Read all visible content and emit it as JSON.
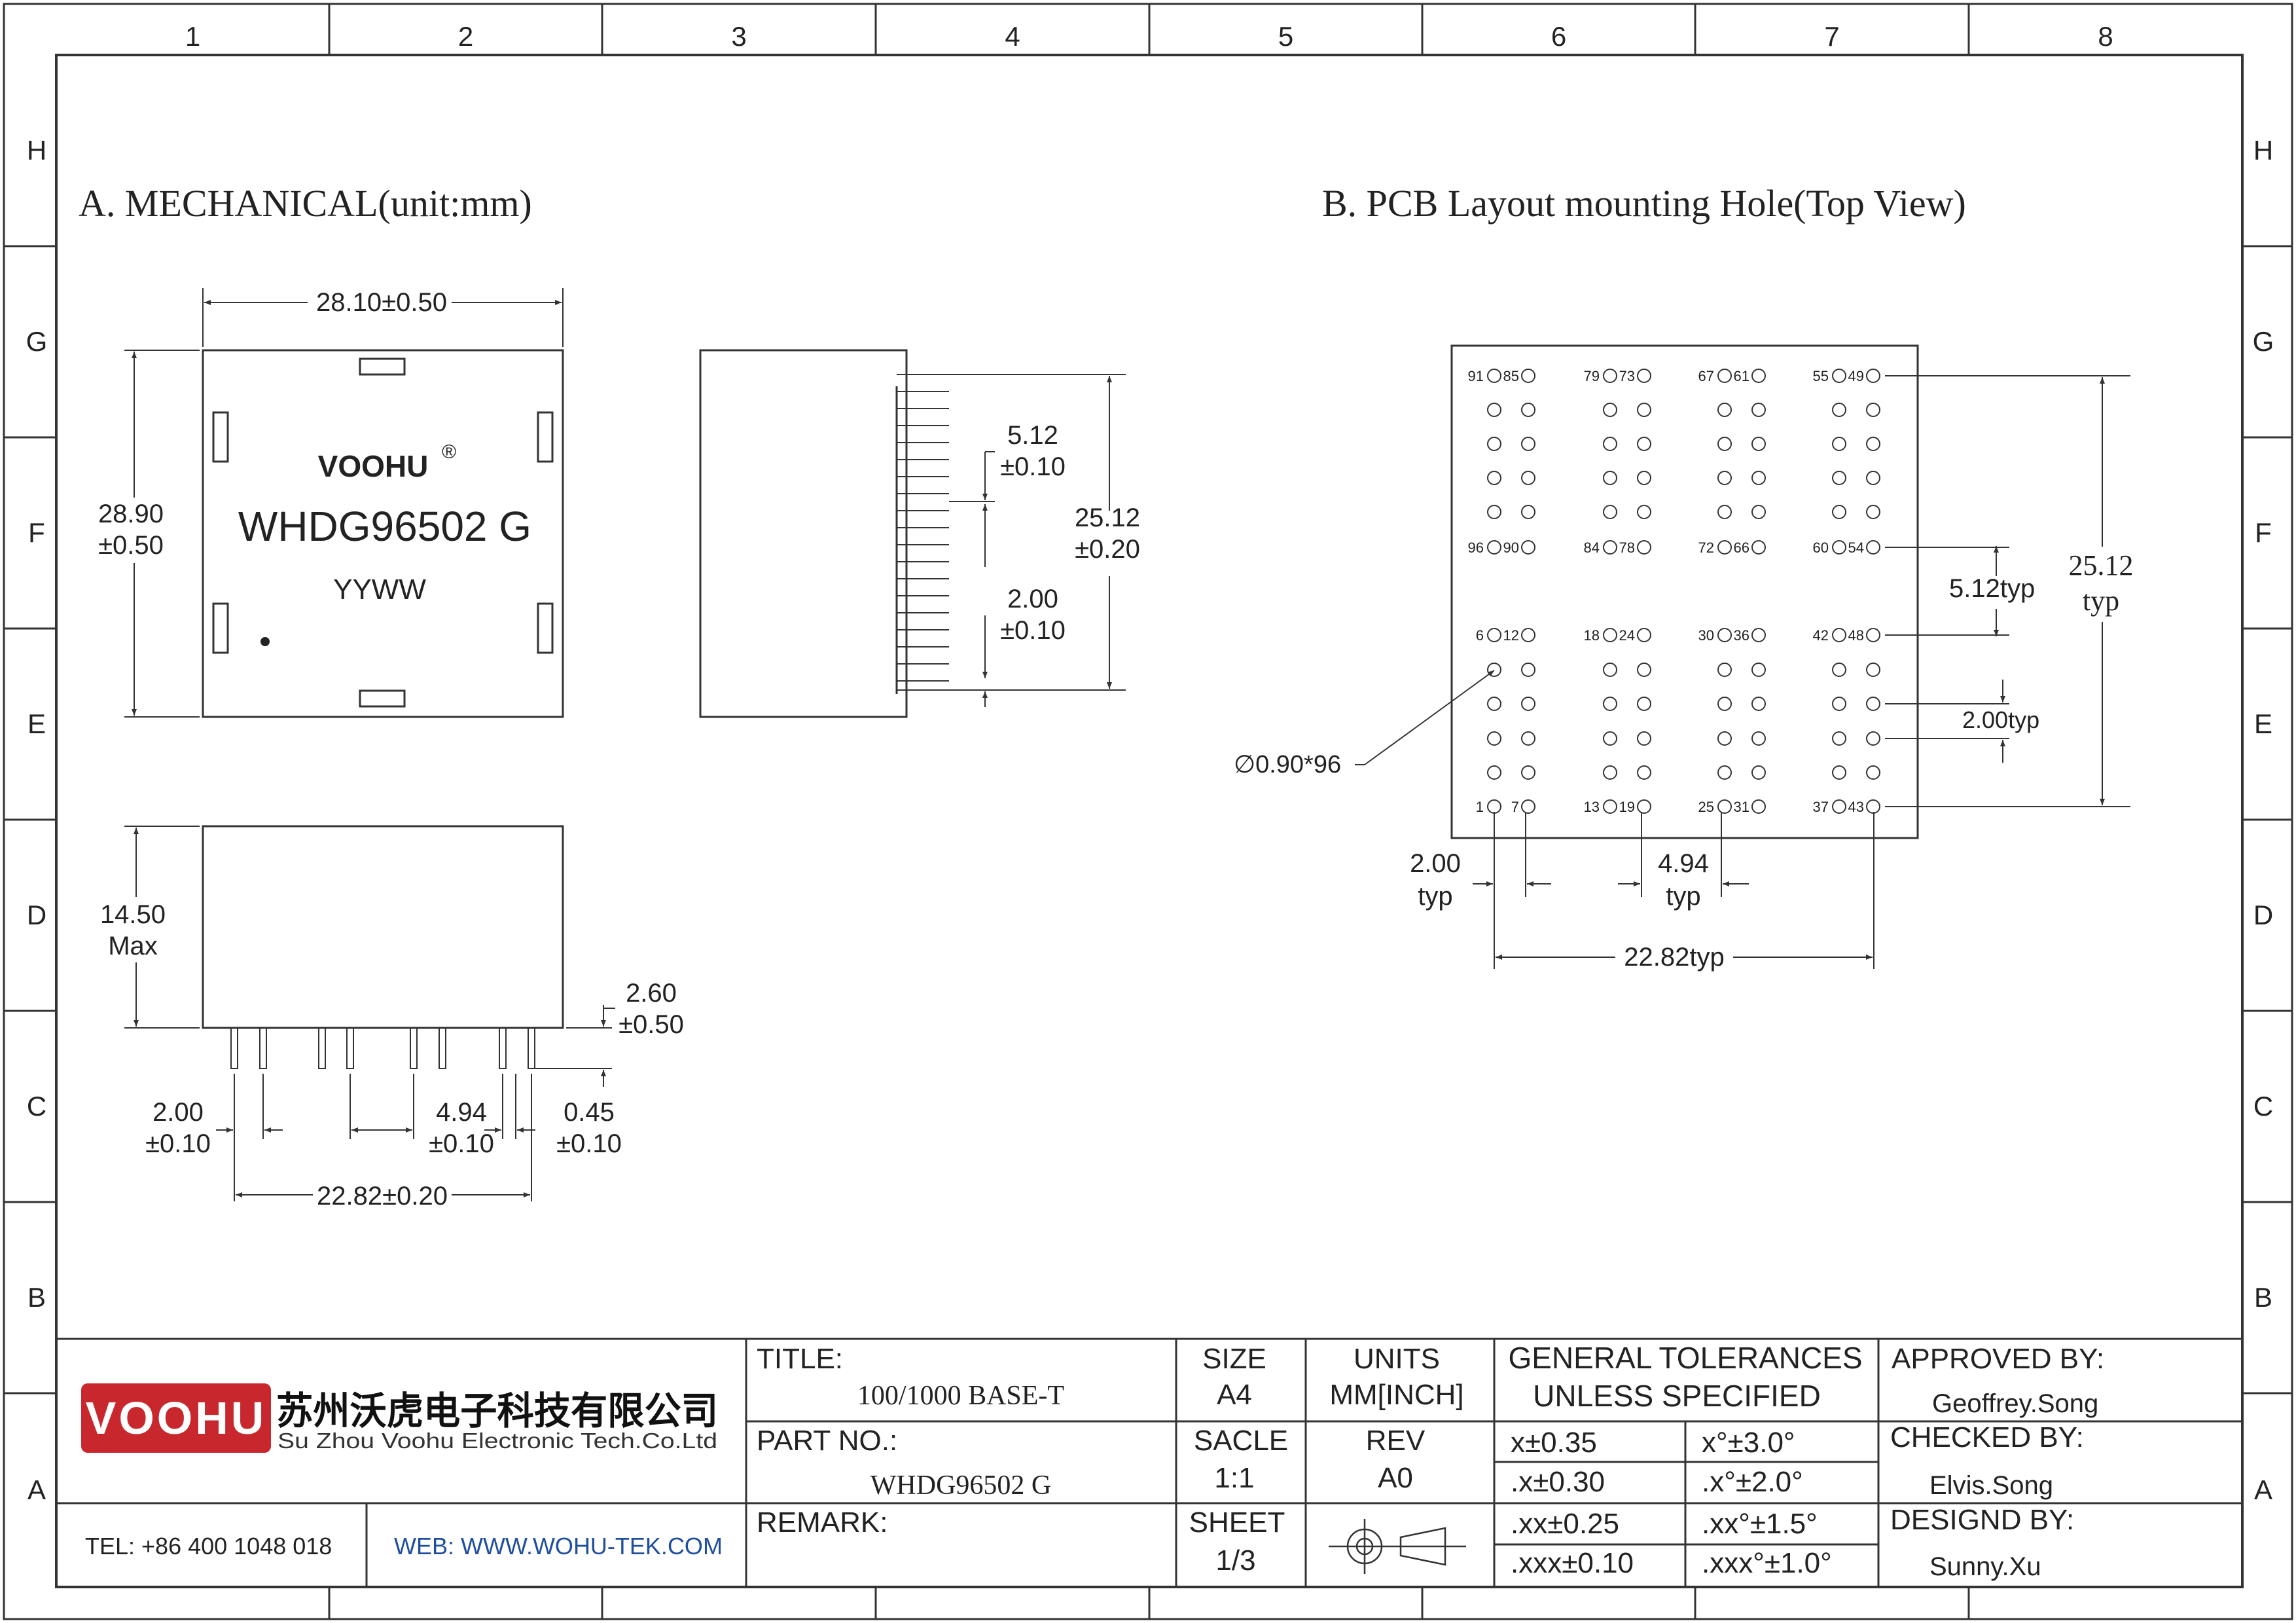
{
  "frame": {
    "columns": [
      "1",
      "2",
      "3",
      "4",
      "5",
      "6",
      "7",
      "8"
    ],
    "rows": [
      "H",
      "G",
      "F",
      "E",
      "D",
      "C",
      "B",
      "A"
    ]
  },
  "section_a": {
    "title": "A. MECHANICAL(unit:mm)",
    "brand": "VOOHU",
    "registered": "®",
    "part_mark": "WHDG96502 G",
    "date_code": "YYWW",
    "dim_width": "28.10±0.50",
    "dim_height_1": "28.90",
    "dim_height_2": "±0.50",
    "side_pitch_1": "5.12",
    "side_pitch_2": "±0.10",
    "side_total_1": "25.12",
    "side_total_2": "±0.20",
    "side_pin_1": "2.00",
    "side_pin_2": "±0.10",
    "front_h_1": "14.50",
    "front_h_2": "Max",
    "pin_len_1": "2.60",
    "pin_len_2": "±0.50",
    "pin_pitch_1": "2.00",
    "pin_pitch_2": "±0.10",
    "group_pitch_1": "4.94",
    "group_pitch_2": "±0.10",
    "pin_dia_1": "0.45",
    "pin_dia_2": "±0.10",
    "front_total": "22.82±0.20"
  },
  "section_b": {
    "title": "B. PCB Layout mounting Hole(Top View)",
    "hole_note": "∅0.90*96",
    "dim_5_12": "5.12typ",
    "dim_25_12_1": "25.12",
    "dim_25_12_2": "typ",
    "dim_2_00": "2.00typ",
    "bot_2_00_1": "2.00",
    "bot_2_00_2": "typ",
    "bot_4_94_1": "4.94",
    "bot_4_94_2": "typ",
    "bot_total": "22.82typ",
    "pin_labels": {
      "top": [
        "91",
        "85",
        "79",
        "73",
        "67",
        "61",
        "55",
        "49"
      ],
      "mid_upper": [
        "96",
        "90",
        "84",
        "78",
        "72",
        "66",
        "60",
        "54"
      ],
      "mid_lower": [
        "6",
        "12",
        "18",
        "24",
        "30",
        "36",
        "42",
        "48"
      ],
      "bottom": [
        "1",
        "7",
        "13",
        "19",
        "25",
        "31",
        "37",
        "43"
      ]
    }
  },
  "title_block": {
    "logo_text": "VOOHU",
    "company_cn": "苏州沃虎电子科技有限公司",
    "company_en": "Su Zhou Voohu Electronic Tech.Co.Ltd",
    "tel": "TEL: +86 400 1048 018",
    "web": "WEB: WWW.WOHU-TEK.COM",
    "title_label": "TITLE:",
    "title_value": "100/1000 BASE-T",
    "partno_label": "PART NO.:",
    "partno_value": "WHDG96502 G",
    "remark_label": "REMARK:",
    "size_label": "SIZE",
    "size_value": "A4",
    "scale_label": "SACLE",
    "scale_value": "1:1",
    "sheet_label": "SHEET",
    "sheet_value": "1/3",
    "units_label": "UNITS",
    "units_value": "MM[INCH]",
    "rev_label": "REV",
    "rev_value": "A0",
    "tol_header_1": "GENERAL TOLERANCES",
    "tol_header_2": "UNLESS SPECIFIED",
    "tol_lin": [
      "x±0.35",
      ".x±0.30",
      ".xx±0.25",
      ".xxx±0.10"
    ],
    "tol_ang": [
      "x°±3.0°",
      ".x°±2.0°",
      ".xx°±1.5°",
      ".xxx°±1.0°"
    ],
    "approved_label": "APPROVED BY:",
    "approved_value": "Geoffrey.Song",
    "checked_label": "CHECKED BY:",
    "checked_value": "Elvis.Song",
    "designed_label": "DESIGND BY:",
    "designed_value": "Sunny.Xu"
  },
  "colors": {
    "line": "#333333",
    "text": "#222222",
    "logo_red": "#c8282d",
    "web_blue": "#1f4e9c"
  }
}
